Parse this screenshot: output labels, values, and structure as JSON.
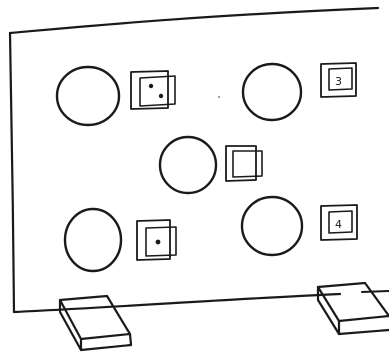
{
  "image": {
    "ink_color": "#1a1a1a",
    "background_color": "#ffffff"
  },
  "board": {
    "slots": [
      {
        "card_symbol": "pips",
        "pip_count": 2
      },
      {
        "card_symbol": "numeral",
        "numeral": "3"
      },
      {
        "card_symbol": "blank"
      },
      {
        "card_symbol": "pips",
        "pip_count": 1
      },
      {
        "card_symbol": "numeral",
        "numeral": "4"
      }
    ]
  }
}
